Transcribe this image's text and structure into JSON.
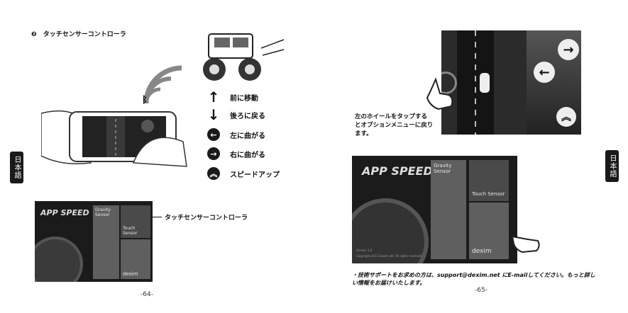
{
  "left": {
    "heading_num": "❷",
    "heading": "タッチセンサーコントローラ",
    "lang_tab": "日本語",
    "legend": [
      {
        "icon": "up-arrow-icon",
        "glyph": "↑",
        "label": "前に移動"
      },
      {
        "icon": "down-arrow-icon",
        "glyph": "↓",
        "label": "後ろに戻る"
      },
      {
        "icon": "left-circle-icon",
        "glyph": "←",
        "label": "左に曲がる"
      },
      {
        "icon": "right-circle-icon",
        "glyph": "→",
        "label": "右に曲がる"
      },
      {
        "icon": "speedup-icon",
        "glyph": "︽",
        "label": "スピードアップ"
      }
    ],
    "menu_pointer_label": "タッチセンサーコントローラ",
    "screen": {
      "logo": "APP SPEED",
      "gravity": "Gravity Sensor",
      "touch": "Touch Sensor",
      "brand": "dexim"
    },
    "page": "-64-"
  },
  "right": {
    "lang_tab": "日本語",
    "callout": [
      "左のホイールをタップする",
      "とオプションメニューに戻り",
      "ます。"
    ],
    "screen": {
      "logo": "APP SPEED",
      "gravity": "Gravity Sensor",
      "touch": "Touch Sensor",
      "brand": "dexim",
      "version": "Version 1.0",
      "copyright": "Copyright 2011 Dexim Ltd. All rights reserved."
    },
    "note": [
      "・技術サポートをお求めの方は、support@dexim.net にE-mailしてください。もっと詳し",
      "い情報をお届けいたします。"
    ],
    "page": "-65-"
  }
}
